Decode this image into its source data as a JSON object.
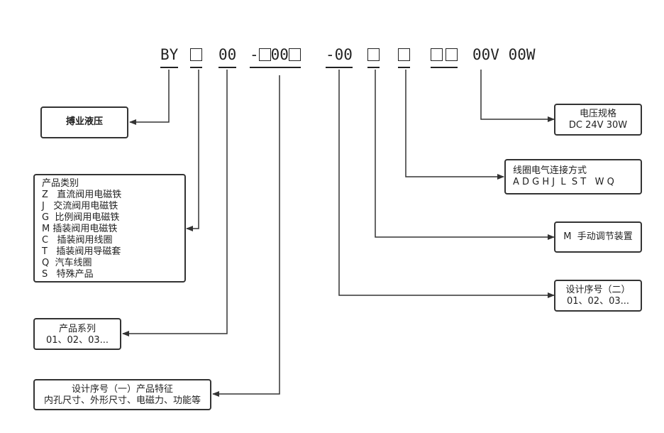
{
  "code": {
    "by": "BY",
    "seg_00a": "00",
    "seg_dash00": "-",
    "seg_dash00_mid": "00",
    "seg_dash00b": "-00",
    "seg_voltage_1": "00V",
    "seg_voltage_2": "00W"
  },
  "boxes": {
    "manufacturer": {
      "title": "搏业液压"
    },
    "category": {
      "title": "产品类别",
      "items": [
        "Z   直流阀用电磁铁",
        "J   交流阀用电磁铁",
        "G  比例阀用电磁铁",
        "M 插装阀用电磁铁",
        "C   插装阀用线圈",
        "T   插装阀用导磁套",
        "Q  汽车线圈",
        "S   特殊产品"
      ]
    },
    "series": {
      "title": "产品系列",
      "detail": "01、02、03..."
    },
    "design1": {
      "title": "设计序号（一）产品特征",
      "detail": "内孔尺寸、外形尺寸、电磁力、功能等"
    },
    "voltage": {
      "title": "电压规格",
      "detail": "DC 24V 30W"
    },
    "coil_connection": {
      "title": "线圈电气连接方式",
      "detail": "A D G H J  L  S T   W Q"
    },
    "manual": {
      "title": "M  手动调节装置"
    },
    "design2": {
      "title": "设计序号（二）",
      "detail": "01、02、03..."
    }
  },
  "colors": {
    "line": "#333333",
    "text": "#222222"
  }
}
